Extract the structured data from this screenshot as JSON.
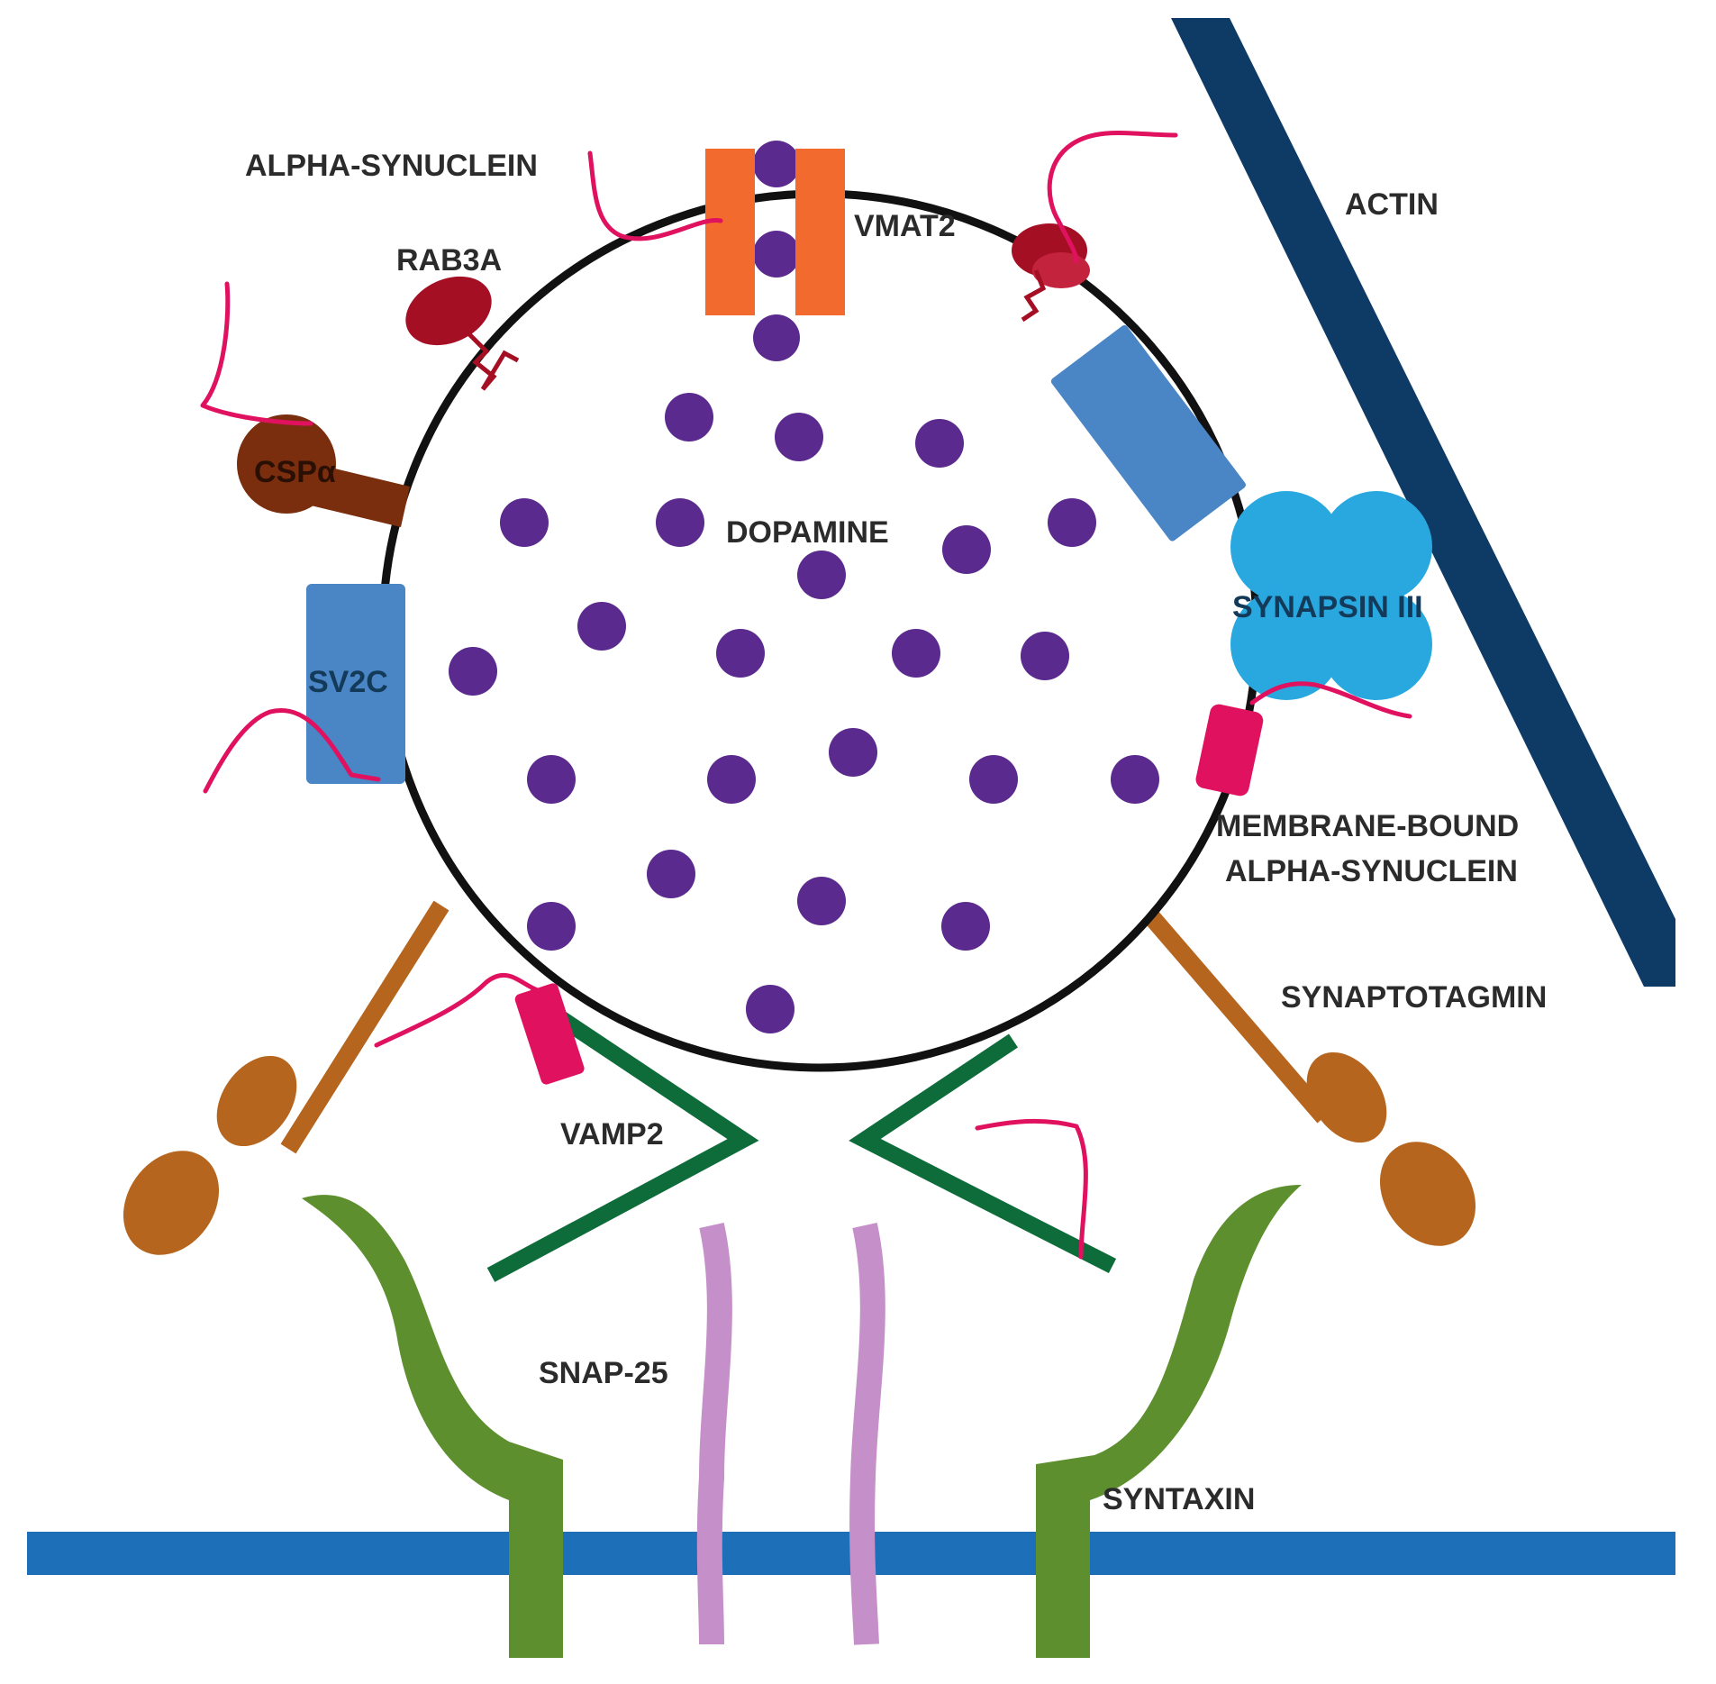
{
  "labels": {
    "alpha_synuclein": "ALPHA-SYNUCLEIN",
    "vmat2": "VMAT2",
    "rab3a": "RAB3A",
    "actin": "ACTIN",
    "cspa": "CSPα",
    "dopamine": "DOPAMINE",
    "synapsin": "SYNAPSIN III",
    "sv2c": "SV2C",
    "membrane_bound_line1": "MEMBRANE-BOUND",
    "membrane_bound_line2": "ALPHA-SYNUCLEIN",
    "synaptotagmin": "SYNAPTOTAGMIN",
    "vamp2": "VAMP2",
    "snap25": "SNAP-25",
    "syntaxin": "SYNTAXIN"
  },
  "colors": {
    "vesicle_membrane": "#111111",
    "dopamine": "#5b2a8e",
    "vmat2": "#f26a2e",
    "rab3a": "#a50f24",
    "cspa": "#7a2e0e",
    "sv2c": "#4a86c5",
    "actin": "#0e3a66",
    "synapsin": "#29a8e0",
    "alpha_synuclein": "#e0115f",
    "synaptotagmin": "#b5651d",
    "vamp2": "#0e6b3a",
    "syntaxin": "#5e8f2e",
    "snap25": "#c58fc9",
    "plasma_membrane": "#1d6fb8"
  }
}
